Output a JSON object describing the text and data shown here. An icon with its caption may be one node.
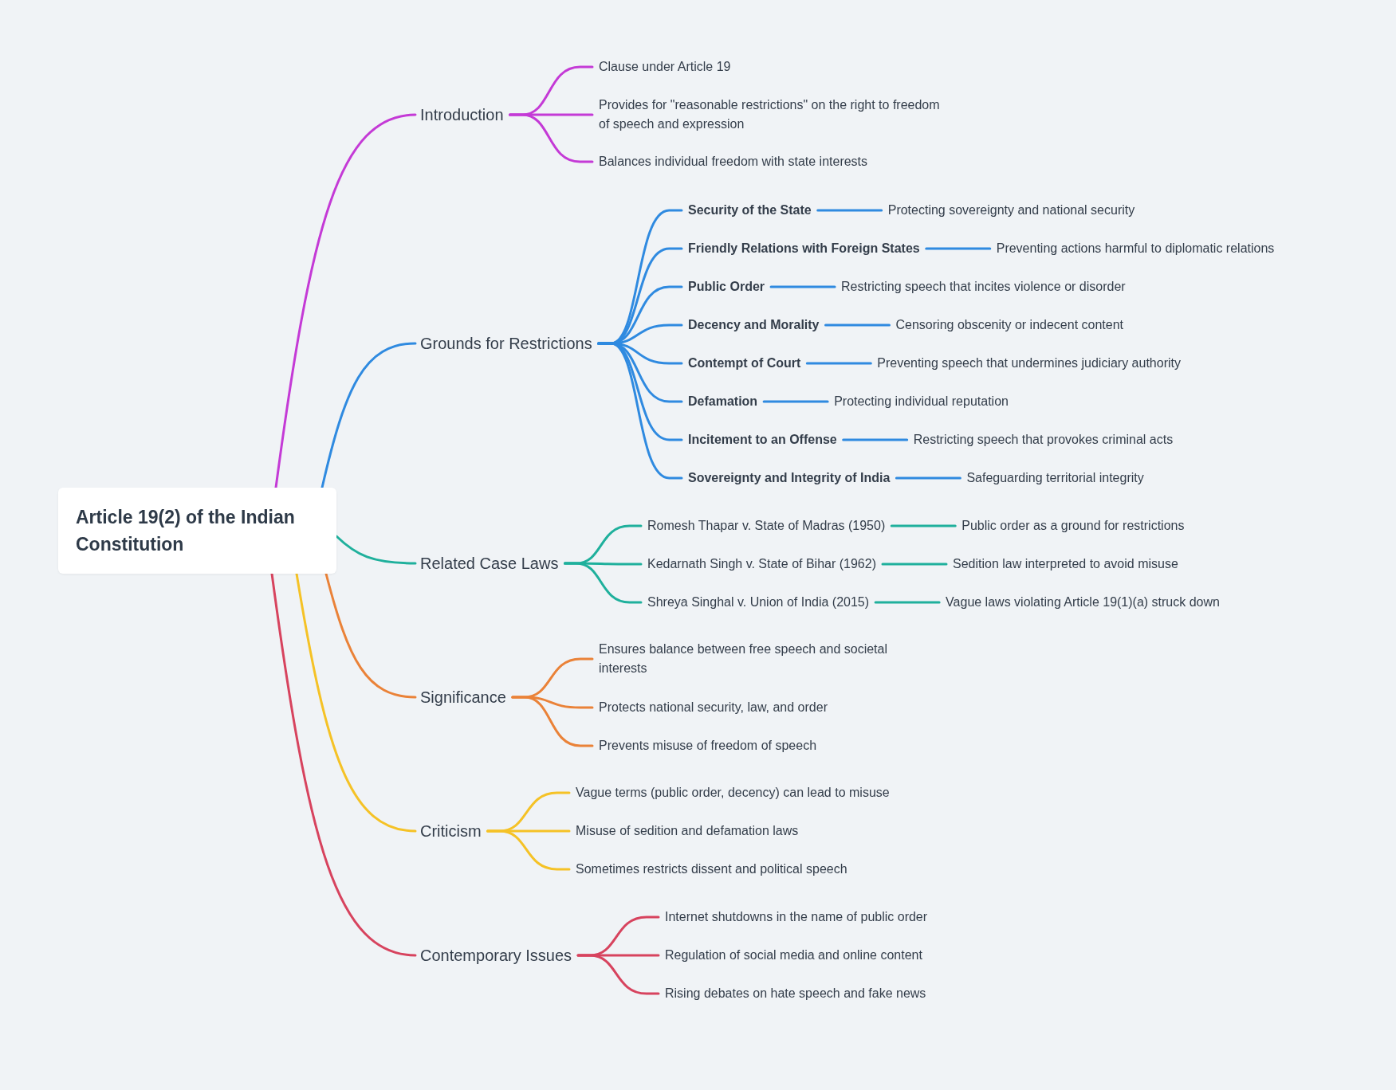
{
  "diagram": {
    "nodes": [
      {
        "text": [
          "Article 19(2) of the Indian Constitution"
        ]
      },
      {
        "text": [
          "Introduction"
        ]
      },
      {
        "text": [
          "Clause under Article 19"
        ]
      },
      {
        "text": [
          "Provides for \"reasonable restrictions\" on the right to freedom of speech and expression"
        ]
      },
      {
        "text": [
          "Balances individual freedom with state interests"
        ]
      },
      {
        "text": [
          "Grounds for Restrictions"
        ]
      },
      {
        "text": [
          "Security of the State"
        ]
      },
      {
        "text": [
          "Protecting sovereignty and national security"
        ]
      },
      {
        "text": [
          "Friendly Relations with Foreign States"
        ]
      },
      {
        "text": [
          "Preventing actions harmful to diplomatic relations"
        ]
      },
      {
        "text": [
          "Public Order"
        ]
      },
      {
        "text": [
          "Restricting speech that incites violence or disorder"
        ]
      },
      {
        "text": [
          "Decency and Morality"
        ]
      },
      {
        "text": [
          "Censoring obscenity or indecent content"
        ]
      },
      {
        "text": [
          "Contempt of Court"
        ]
      },
      {
        "text": [
          "Preventing speech that undermines judiciary authority"
        ]
      },
      {
        "text": [
          "Defamation"
        ]
      },
      {
        "text": [
          "Protecting individual reputation"
        ]
      },
      {
        "text": [
          "Incitement to an Offense"
        ]
      },
      {
        "text": [
          "Restricting speech that provokes criminal acts"
        ]
      },
      {
        "text": [
          "Sovereignty and Integrity of India"
        ]
      },
      {
        "text": [
          "Safeguarding territorial integrity"
        ]
      },
      {
        "text": [
          "Related Case Laws"
        ]
      },
      {
        "text": [
          "Romesh Thapar v. State of Madras (1950)"
        ]
      },
      {
        "text": [
          "Public order as a ground for restrictions"
        ]
      },
      {
        "text": [
          "Kedarnath Singh v. State of Bihar (1962)"
        ]
      },
      {
        "text": [
          "Sedition law interpreted to avoid misuse"
        ]
      },
      {
        "text": [
          "Shreya Singhal v. Union of India (2015)"
        ]
      },
      {
        "text": [
          "Vague laws violating Article 19(1)(a) struck down"
        ]
      },
      {
        "text": [
          "Significance"
        ]
      },
      {
        "text": [
          "Ensures balance between free speech and societal interests"
        ]
      },
      {
        "text": [
          "Protects national security, law, and order"
        ]
      },
      {
        "text": [
          "Prevents misuse of freedom of speech"
        ]
      },
      {
        "text": [
          "Criticism"
        ]
      },
      {
        "text": [
          "Vague terms (public order, decency) can lead to misuse"
        ]
      },
      {
        "text": [
          "Misuse of sedition and defamation laws"
        ]
      },
      {
        "text": [
          "Sometimes restricts dissent and political speech"
        ]
      },
      {
        "text": [
          "Contemporary Issues"
        ]
      },
      {
        "text": [
          "Internet shutdowns in the name of public order"
        ]
      },
      {
        "text": [
          "Regulation of social media and online content"
        ]
      },
      {
        "text": [
          "Rising debates on hate speech and fake news"
        ]
      }
    ],
    "edges": [
      {
        "from": 0,
        "to": 1,
        "arrow": "none",
        "color": "#c43ad6"
      },
      {
        "from": 1,
        "to": 2,
        "arrow": "none",
        "color": "#c43ad6"
      },
      {
        "from": 1,
        "to": 3,
        "arrow": "none",
        "color": "#c43ad6"
      },
      {
        "from": 1,
        "to": 4,
        "arrow": "none",
        "color": "#c43ad6"
      },
      {
        "from": 0,
        "to": 5,
        "arrow": "none",
        "color": "#2f8ae0"
      },
      {
        "from": 5,
        "to": 6,
        "arrow": "none",
        "color": "#2f8ae0"
      },
      {
        "from": 6,
        "to": 7,
        "arrow": "none",
        "color": "#2f8ae0"
      },
      {
        "from": 5,
        "to": 8,
        "arrow": "none",
        "color": "#2f8ae0"
      },
      {
        "from": 8,
        "to": 9,
        "arrow": "none",
        "color": "#2f8ae0"
      },
      {
        "from": 5,
        "to": 10,
        "arrow": "none",
        "color": "#2f8ae0"
      },
      {
        "from": 10,
        "to": 11,
        "arrow": "none",
        "color": "#2f8ae0"
      },
      {
        "from": 5,
        "to": 12,
        "arrow": "none",
        "color": "#2f8ae0"
      },
      {
        "from": 12,
        "to": 13,
        "arrow": "none",
        "color": "#2f8ae0"
      },
      {
        "from": 5,
        "to": 14,
        "arrow": "none",
        "color": "#2f8ae0"
      },
      {
        "from": 14,
        "to": 15,
        "arrow": "none",
        "color": "#2f8ae0"
      },
      {
        "from": 5,
        "to": 16,
        "arrow": "none",
        "color": "#2f8ae0"
      },
      {
        "from": 16,
        "to": 17,
        "arrow": "none",
        "color": "#2f8ae0"
      },
      {
        "from": 5,
        "to": 18,
        "arrow": "none",
        "color": "#2f8ae0"
      },
      {
        "from": 18,
        "to": 19,
        "arrow": "none",
        "color": "#2f8ae0"
      },
      {
        "from": 5,
        "to": 20,
        "arrow": "none",
        "color": "#2f8ae0"
      },
      {
        "from": 20,
        "to": 21,
        "arrow": "none",
        "color": "#2f8ae0"
      },
      {
        "from": 0,
        "to": 22,
        "arrow": "none",
        "color": "#1fb09c"
      },
      {
        "from": 22,
        "to": 23,
        "arrow": "none",
        "color": "#1fb09c"
      },
      {
        "from": 23,
        "to": 24,
        "arrow": "none",
        "color": "#1fb09c"
      },
      {
        "from": 22,
        "to": 25,
        "arrow": "none",
        "color": "#1fb09c"
      },
      {
        "from": 25,
        "to": 26,
        "arrow": "none",
        "color": "#1fb09c"
      },
      {
        "from": 22,
        "to": 27,
        "arrow": "none",
        "color": "#1fb09c"
      },
      {
        "from": 27,
        "to": 28,
        "arrow": "none",
        "color": "#1fb09c"
      },
      {
        "from": 0,
        "to": 29,
        "arrow": "none",
        "color": "#ea8238"
      },
      {
        "from": 29,
        "to": 30,
        "arrow": "none",
        "color": "#ea8238"
      },
      {
        "from": 29,
        "to": 31,
        "arrow": "none",
        "color": "#ea8238"
      },
      {
        "from": 29,
        "to": 32,
        "arrow": "none",
        "color": "#ea8238"
      },
      {
        "from": 0,
        "to": 33,
        "arrow": "none",
        "color": "#f5c226"
      },
      {
        "from": 33,
        "to": 34,
        "arrow": "none",
        "color": "#f5c226"
      },
      {
        "from": 33,
        "to": 35,
        "arrow": "none",
        "color": "#f5c226"
      },
      {
        "from": 33,
        "to": 36,
        "arrow": "none",
        "color": "#f5c226"
      },
      {
        "from": 0,
        "to": 37,
        "arrow": "none",
        "color": "#d7435e"
      },
      {
        "from": 37,
        "to": 38,
        "arrow": "none",
        "color": "#d7435e"
      },
      {
        "from": 37,
        "to": 39,
        "arrow": "none",
        "color": "#d7435e"
      },
      {
        "from": 37,
        "to": 40,
        "arrow": "none",
        "color": "#d7435e"
      }
    ]
  }
}
